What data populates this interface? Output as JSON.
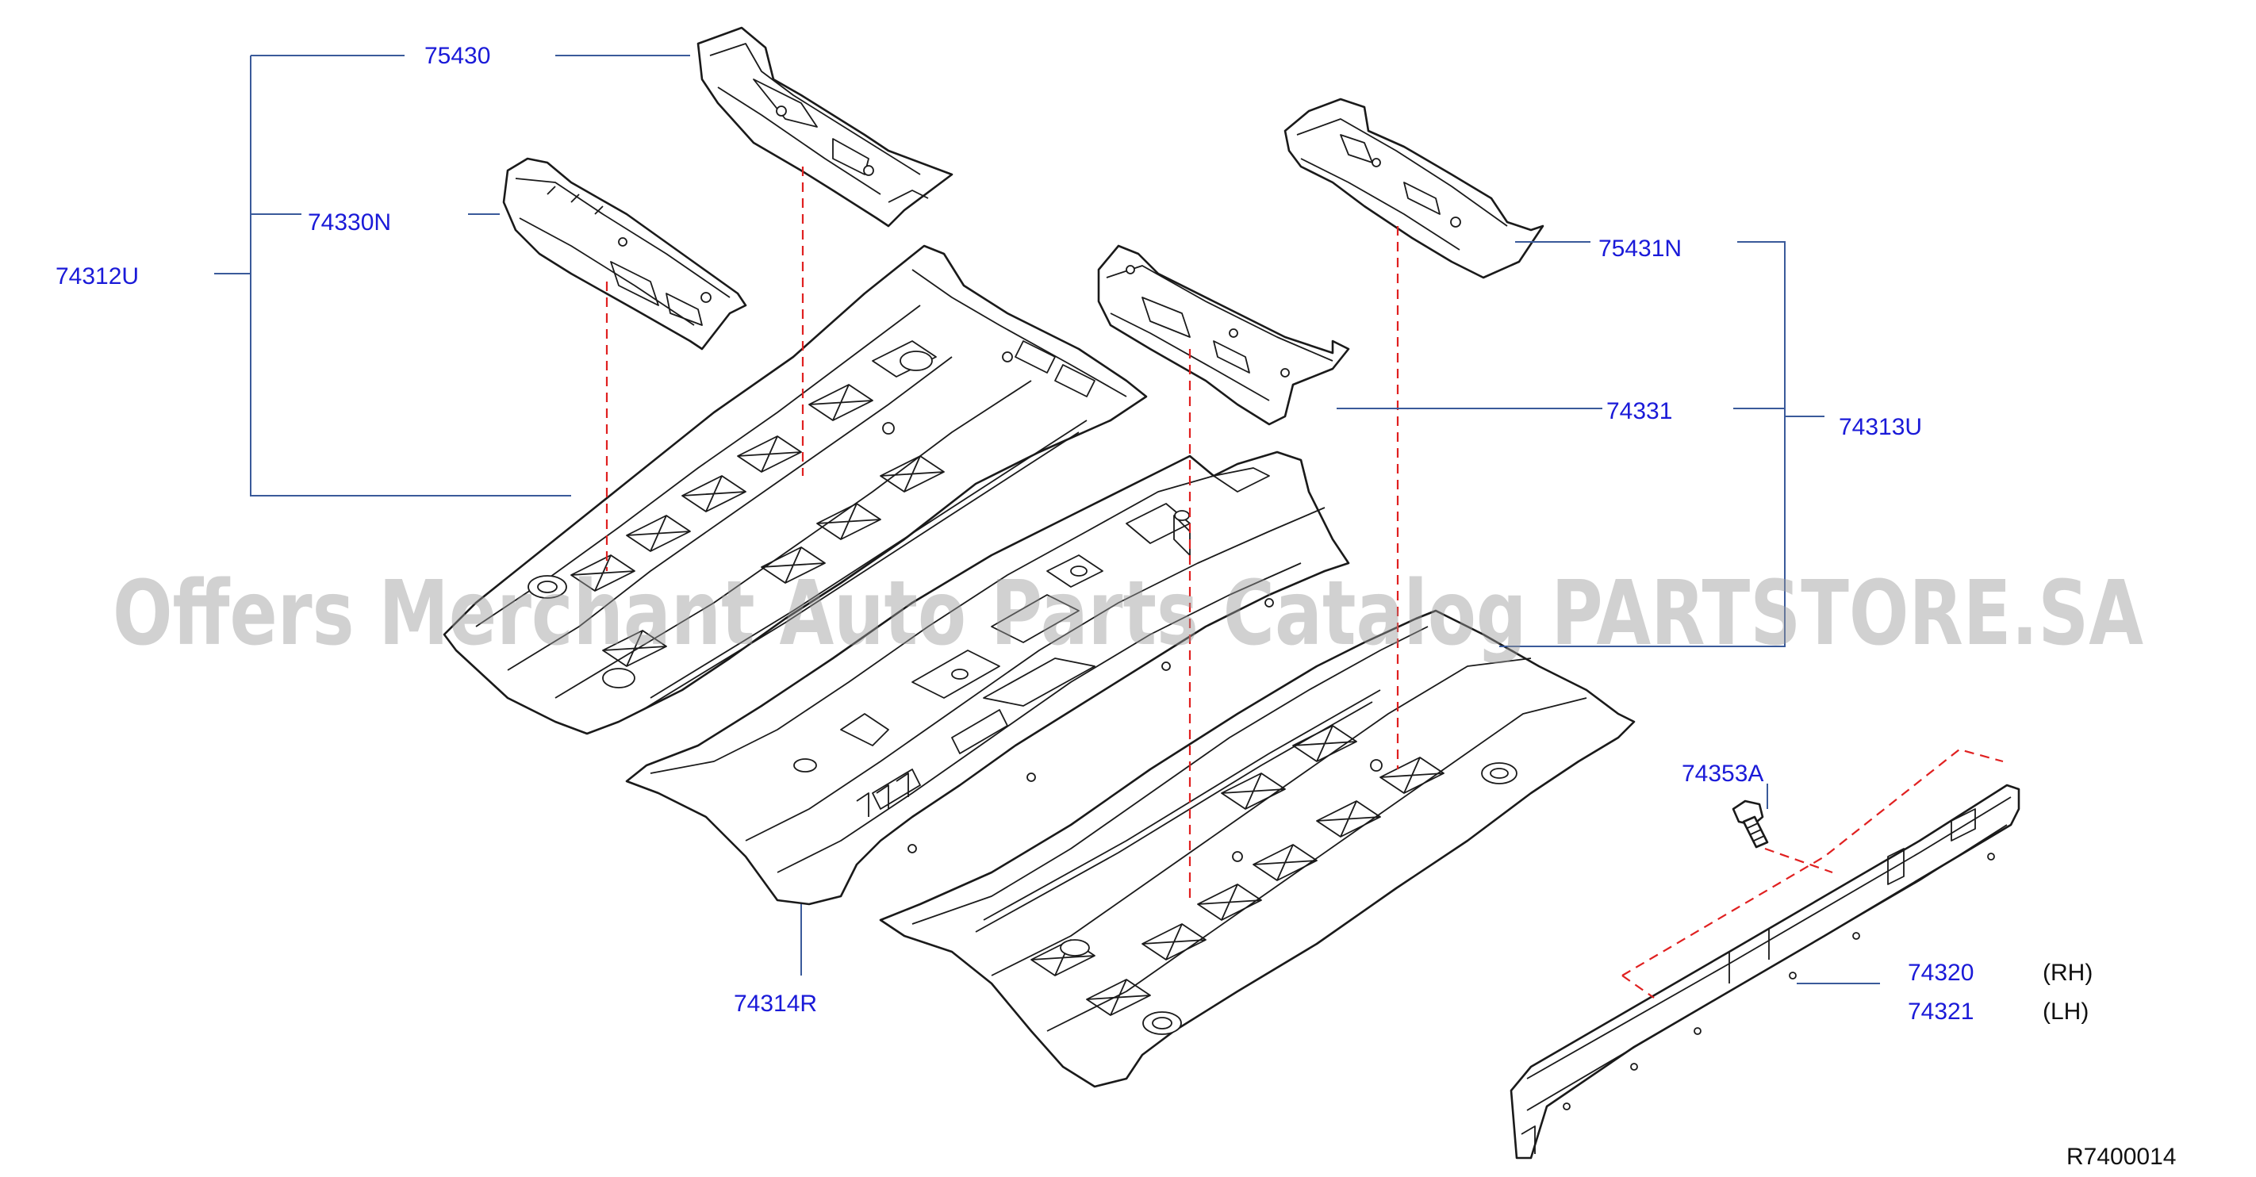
{
  "diagram": {
    "labels": {
      "p75430": "75430",
      "p74330N": "74330N",
      "p74312U": "74312U",
      "p75431N": "75431N",
      "p74331": "74331",
      "p74313U": "74313U",
      "p74314R": "74314R",
      "p74353A": "74353A",
      "p74320": "74320",
      "p74321": "74321",
      "rh": "(RH)",
      "lh": "(LH)"
    },
    "drawing_number": "R7400014",
    "watermark": "Offers Merchant Auto Parts Catalog PARTSTORE.SA",
    "colors": {
      "label_blue": "#1a1ad8",
      "leader_line": "#3a5a9a",
      "dashed_reference": "#e02020",
      "line_art": "#1a1a1a",
      "watermark_gray": "#9a9a9a"
    }
  }
}
